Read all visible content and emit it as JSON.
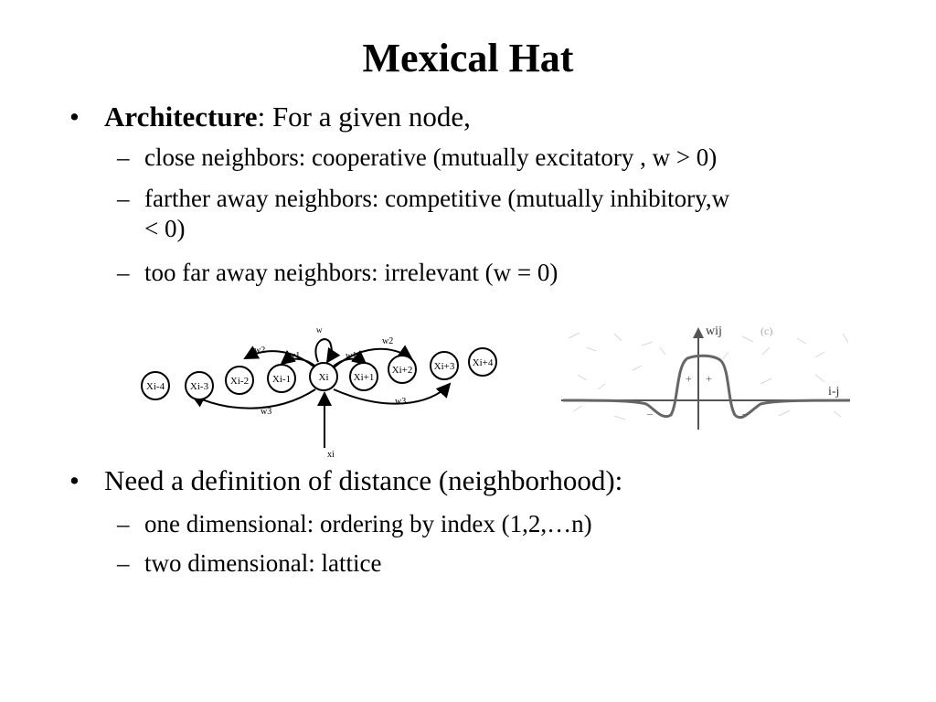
{
  "slide": {
    "title": "Mexical Hat",
    "bullets": [
      {
        "bold": "Architecture",
        "text": ": For a given node,",
        "subs": [
          "close neighbors: cooperative (mutually excitatory , w > 0)",
          "farther away neighbors: competitive (mutually inhibitory,w < 0)",
          "too far away neighbors: irrelevant (w = 0)"
        ]
      },
      {
        "text": "Need a definition of distance (neighborhood):",
        "subs": [
          "one dimensional: ordering by index (1,2,…n)",
          "two dimensional: lattice"
        ]
      }
    ],
    "network_figure": {
      "nodes": [
        "Xi-4",
        "Xi-3",
        "Xi-2",
        "Xi-1",
        "Xi",
        "Xi+1",
        "Xi+2",
        "Xi+3",
        "Xi+4"
      ],
      "weights": [
        "w2",
        "w1",
        "w1",
        "w2",
        "w3",
        "w3"
      ],
      "self_weight": "w",
      "input_label": "xi"
    },
    "hat_figure": {
      "y_axis_label": "wij",
      "x_axis_label": "i-j",
      "corner_label": "(c)",
      "plus_signs": [
        "+",
        "+"
      ],
      "minus_signs": [
        "–",
        "–"
      ]
    }
  }
}
